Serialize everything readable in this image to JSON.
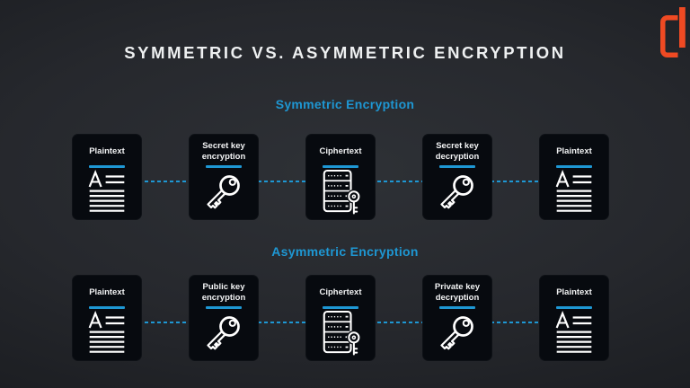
{
  "title": "SYMMETRIC VS. ASYMMETRIC ENCRYPTION",
  "brand": {
    "logo_icon": "brand-logo-icon",
    "logo_color": "#ef4a23"
  },
  "colors": {
    "accent_blue": "#1e97d3",
    "card_background": "#070a0f",
    "background_dark": "#1a1c20",
    "text_white": "#eef0f1"
  },
  "sections": [
    {
      "heading": "Symmetric Encryption",
      "steps": [
        {
          "label": "Plaintext",
          "icon": "plaintext-document-icon"
        },
        {
          "label": "Secret key encryption",
          "icon": "key-icon"
        },
        {
          "label": "Ciphertext",
          "icon": "ciphertext-server-icon"
        },
        {
          "label": "Secret key decryption",
          "icon": "key-icon"
        },
        {
          "label": "Plaintext",
          "icon": "plaintext-document-icon"
        }
      ]
    },
    {
      "heading": "Asymmetric Encryption",
      "steps": [
        {
          "label": "Plaintext",
          "icon": "plaintext-document-icon"
        },
        {
          "label": "Public key encryption",
          "icon": "key-icon"
        },
        {
          "label": "Ciphertext",
          "icon": "ciphertext-server-icon"
        },
        {
          "label": "Private key decryption",
          "icon": "key-icon"
        },
        {
          "label": "Plaintext",
          "icon": "plaintext-document-icon"
        }
      ]
    }
  ]
}
